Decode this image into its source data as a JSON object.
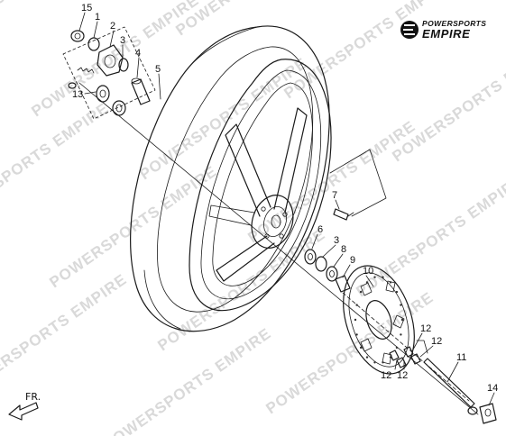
{
  "brand": {
    "line1": "POWERSPORTS",
    "line2": "EMPIRE"
  },
  "watermark": {
    "text": "POWERSPORTS EMPIRE"
  },
  "direction_label": "FR.",
  "callouts": [
    {
      "id": "c15",
      "label": "15"
    },
    {
      "id": "c1",
      "label": "1"
    },
    {
      "id": "c2",
      "label": "2"
    },
    {
      "id": "c3a",
      "label": "3"
    },
    {
      "id": "c4",
      "label": "4"
    },
    {
      "id": "c5",
      "label": "5"
    },
    {
      "id": "c13",
      "label": "13"
    },
    {
      "id": "c7",
      "label": "7"
    },
    {
      "id": "c6",
      "label": "6"
    },
    {
      "id": "c3b",
      "label": "3"
    },
    {
      "id": "c8",
      "label": "8"
    },
    {
      "id": "c9",
      "label": "9"
    },
    {
      "id": "c10",
      "label": "10"
    },
    {
      "id": "c12a",
      "label": "12"
    },
    {
      "id": "c12b",
      "label": "12"
    },
    {
      "id": "c12c",
      "label": "12"
    },
    {
      "id": "c12d",
      "label": "12"
    },
    {
      "id": "c11",
      "label": "11"
    },
    {
      "id": "c14",
      "label": "14"
    }
  ]
}
